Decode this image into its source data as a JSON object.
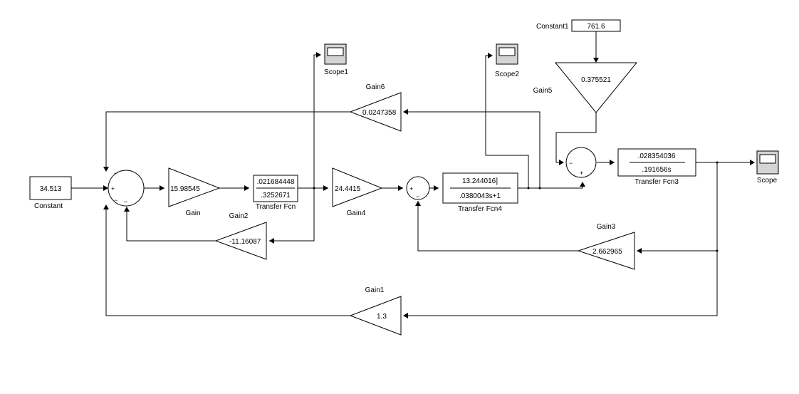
{
  "constant": {
    "value": "34.513",
    "label": "Constant"
  },
  "constant1": {
    "value": "761.6",
    "label": "Constant1"
  },
  "gain": {
    "value": "15.98545",
    "label": "Gain"
  },
  "gain1": {
    "value": "1.3",
    "label": "Gain1"
  },
  "gain2": {
    "value": "-11.16087",
    "label": "Gain2"
  },
  "gain3": {
    "value": "2.662965",
    "label": "Gain3"
  },
  "gain4": {
    "value": "24.4415",
    "label": "Gain4"
  },
  "gain5": {
    "value": "0.375521",
    "label": "Gain5"
  },
  "gain6": {
    "value": "0.0247358",
    "label": "Gain6"
  },
  "tf": {
    "num": ".021684448",
    "den": ".3252671",
    "label": "Transfer Fcn"
  },
  "tf3": {
    "num": ".028354036",
    "den": ".191656s",
    "label": "Transfer Fcn3"
  },
  "tf4": {
    "num": "13.244016]",
    "den": ".0380043s+1",
    "label": "Transfer Fcn4"
  },
  "scope": {
    "label": "Scope"
  },
  "scope1": {
    "label": "Scope1"
  },
  "scope2": {
    "label": "Scope2"
  },
  "sum1": {
    "signs": [
      "−",
      "+",
      "−",
      "−"
    ]
  },
  "sum2": {
    "signs": [
      "+",
      "−"
    ]
  },
  "sum3": {
    "signs": [
      "−",
      "+"
    ]
  }
}
